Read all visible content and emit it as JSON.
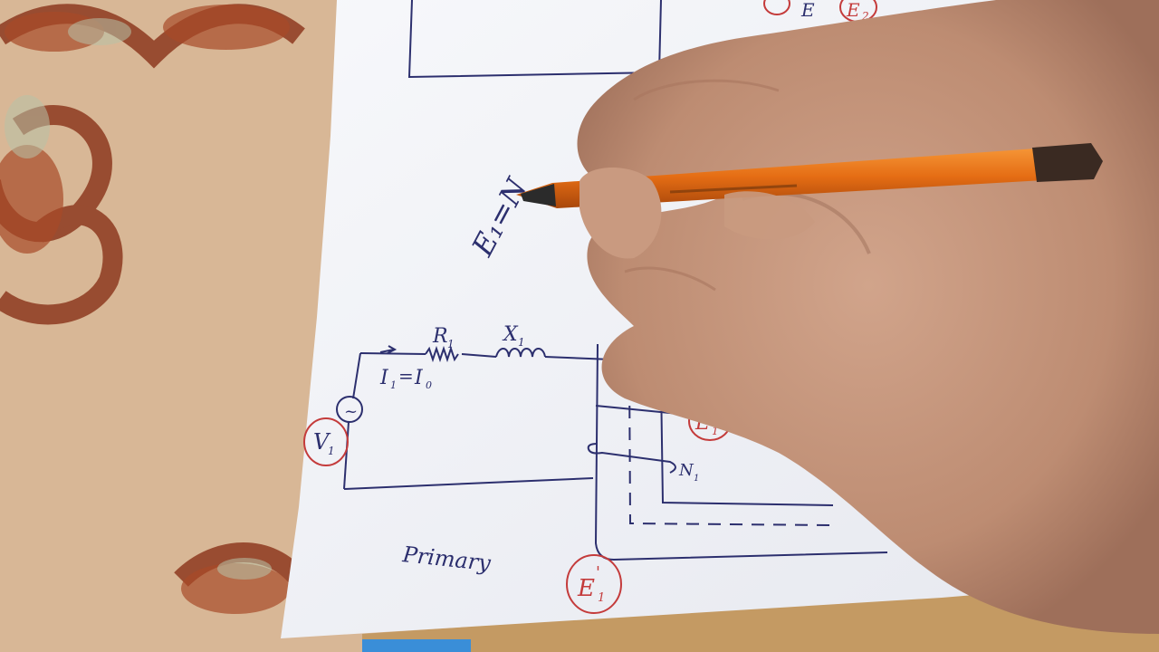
{
  "photo": {
    "colors": {
      "rug": "#d8b796",
      "rug_pattern": "#8e3a20",
      "paper": "#f4f5f8",
      "ink_blue": "#2c2f6e",
      "ink_red": "#c43b3b",
      "pen_orange": "#e56d14",
      "skin": "#c99a80",
      "table": "#c49a63"
    },
    "labels": {
      "r1": "R",
      "r1_sub": "1",
      "x1": "X",
      "x1_sub": "1",
      "i1_eq": "I",
      "i1_sub": "1",
      "eq_sign": "=",
      "i0": "I",
      "i0_sub": "0",
      "source_symbol": "~",
      "v1": "V",
      "v1_sub": "1",
      "e1": "E",
      "e1_sub": "1",
      "e1_prime": "E",
      "e1_prime_mark": "'",
      "e1_prime_sub": "1",
      "n1": "N",
      "n1_sub": "1",
      "primary": "Primary",
      "e1_formula": "E₁=N",
      "e2": "E",
      "e2_sub": "2",
      "top_note": "E"
    }
  }
}
